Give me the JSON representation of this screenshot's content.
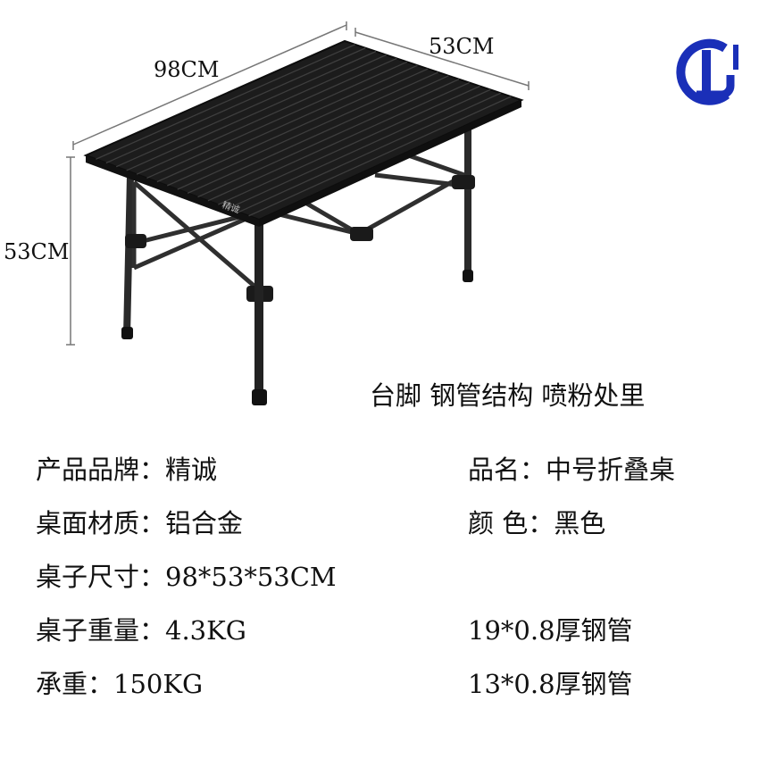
{
  "dimensions": {
    "width_label": "98CM",
    "depth_label": "53CM",
    "height_label": "53CM"
  },
  "table_top_stamp": "精诚",
  "caption": "台脚 钢管结构 喷粉处里",
  "specs_left": [
    {
      "label": "产品品牌：",
      "value": "精诚"
    },
    {
      "label": "桌面材质：",
      "value": "铝合金"
    },
    {
      "label": "桌子尺寸：",
      "value": "98*53*53CM"
    },
    {
      "label": "桌子重量：",
      "value": "4.3KG"
    },
    {
      "label": "承重：",
      "value": "150KG"
    }
  ],
  "specs_right": [
    {
      "label": "品名：",
      "value": "中号折叠桌"
    },
    {
      "label": "颜 色：",
      "value": "黑色"
    },
    {
      "label": "",
      "value": "19*0.8厚钢管"
    },
    {
      "label": "",
      "value": "13*0.8厚钢管"
    }
  ],
  "colors": {
    "logo_blue": "#1a2fb8",
    "table_black": "#1c1c1c",
    "leg_gray": "#3a3a3a",
    "text": "#111111"
  }
}
